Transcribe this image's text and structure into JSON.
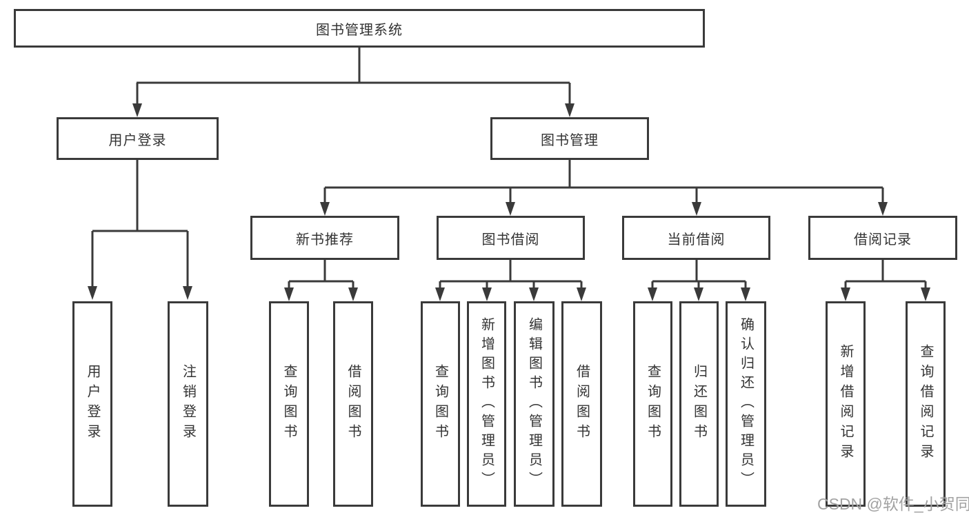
{
  "tree": {
    "label": "图书管理系统",
    "children": [
      {
        "label": "用户登录",
        "children": [
          {
            "label": "用户登录"
          },
          {
            "label": "注销登录"
          }
        ]
      },
      {
        "label": "图书管理",
        "children": [
          {
            "label": "新书推荐",
            "children": [
              {
                "label": "查询图书"
              },
              {
                "label": "借阅图书"
              }
            ]
          },
          {
            "label": "图书借阅",
            "children": [
              {
                "label": "查询图书"
              },
              {
                "label": "新增图书（管理员）"
              },
              {
                "label": "编辑图书（管理员）"
              },
              {
                "label": "借阅图书"
              }
            ]
          },
          {
            "label": "当前借阅",
            "children": [
              {
                "label": "查询图书"
              },
              {
                "label": "归还图书"
              },
              {
                "label": "确认归还（管理员）"
              }
            ]
          },
          {
            "label": "借阅记录",
            "children": [
              {
                "label": "新增借阅记录"
              },
              {
                "label": "查询借阅记录"
              }
            ]
          }
        ]
      }
    ]
  },
  "watermark": {
    "text": "CSDN @软件_小贺同学"
  },
  "colors": {
    "line": "#3a3a3a",
    "text": "#333333",
    "watermark": "#a2a2a2"
  }
}
